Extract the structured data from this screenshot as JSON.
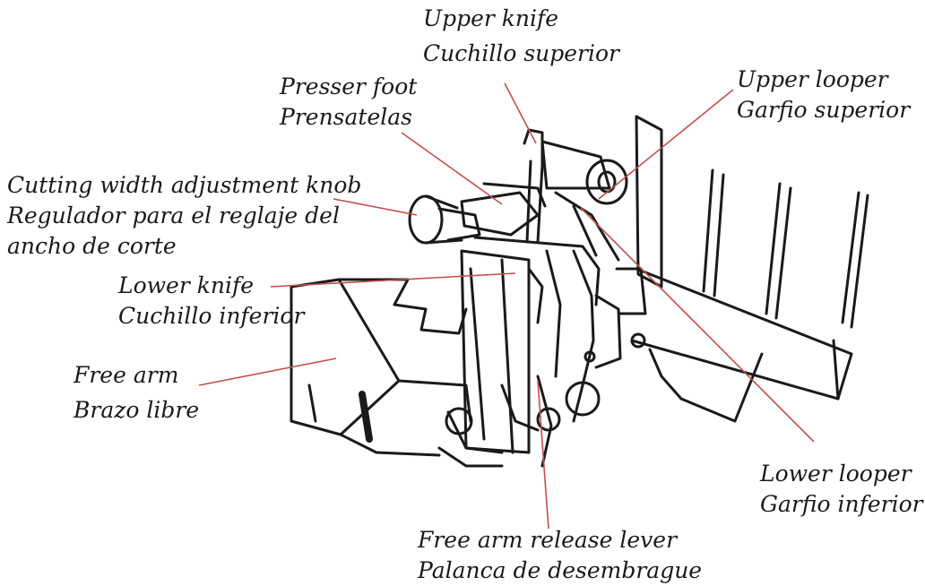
{
  "colors": {
    "leader_line": "#c0504d",
    "ink": "#1a1a1a",
    "background": "#ffffff"
  },
  "labels": {
    "upper_knife": {
      "en": "Upper knife",
      "es": "Cuchillo superior"
    },
    "presser_foot": {
      "en": "Presser foot",
      "es": "Prensatelas"
    },
    "upper_looper": {
      "en": "Upper looper",
      "es": "Garfio superior"
    },
    "cutting_width_knob": {
      "en": "Cutting width adjustment knob",
      "es_line1": "Regulador para el reglaje del",
      "es_line2": "ancho de corte"
    },
    "lower_knife": {
      "en": "Lower knife",
      "es": "Cuchillo inferior"
    },
    "free_arm": {
      "en": "Free arm",
      "es": "Brazo libre"
    },
    "lower_looper": {
      "en": "Lower looper",
      "es": "Garfio inferior"
    },
    "free_arm_release_lever": {
      "en": "Free arm release lever",
      "es": "Palanca de desembrague"
    }
  }
}
